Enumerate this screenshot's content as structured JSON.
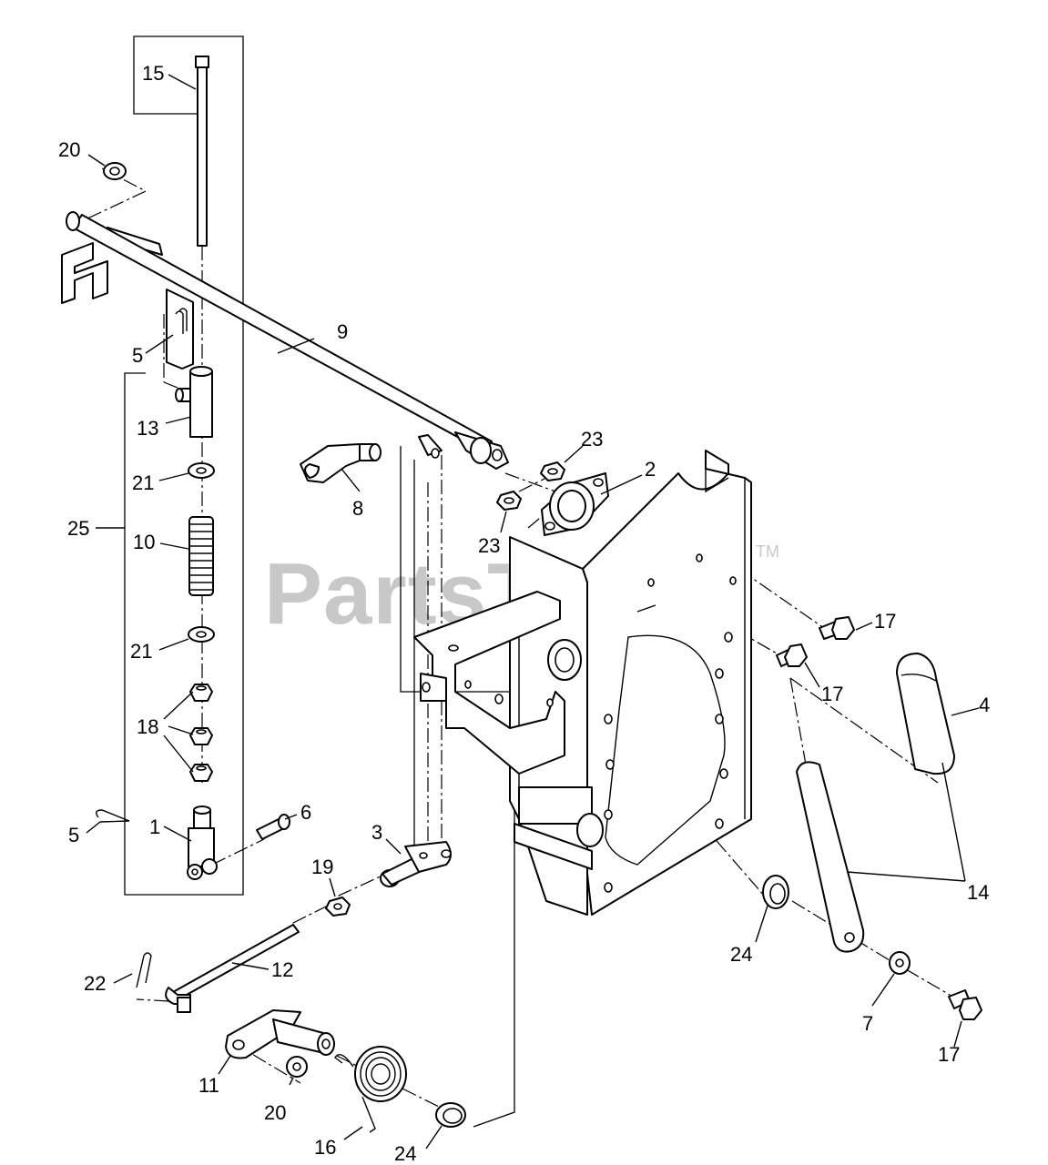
{
  "watermark": {
    "brand": "PartsTree",
    "mark": "TM"
  },
  "callouts": {
    "c1": "1",
    "c2": "2",
    "c3": "3",
    "c4": "4",
    "c5a": "5",
    "c5b": "5",
    "c6": "6",
    "c7": "7",
    "c8": "8",
    "c9": "9",
    "c10": "10",
    "c11": "11",
    "c12": "12",
    "c13": "13",
    "c14": "14",
    "c15": "15",
    "c16": "16",
    "c17a": "17",
    "c17b": "17",
    "c17c": "17",
    "c18": "18",
    "c19": "19",
    "c20a": "20",
    "c20b": "20",
    "c21a": "21",
    "c21b": "21",
    "c22": "22",
    "c23a": "23",
    "c23b": "23",
    "c24a": "24",
    "c24b": "24",
    "c25": "25"
  }
}
